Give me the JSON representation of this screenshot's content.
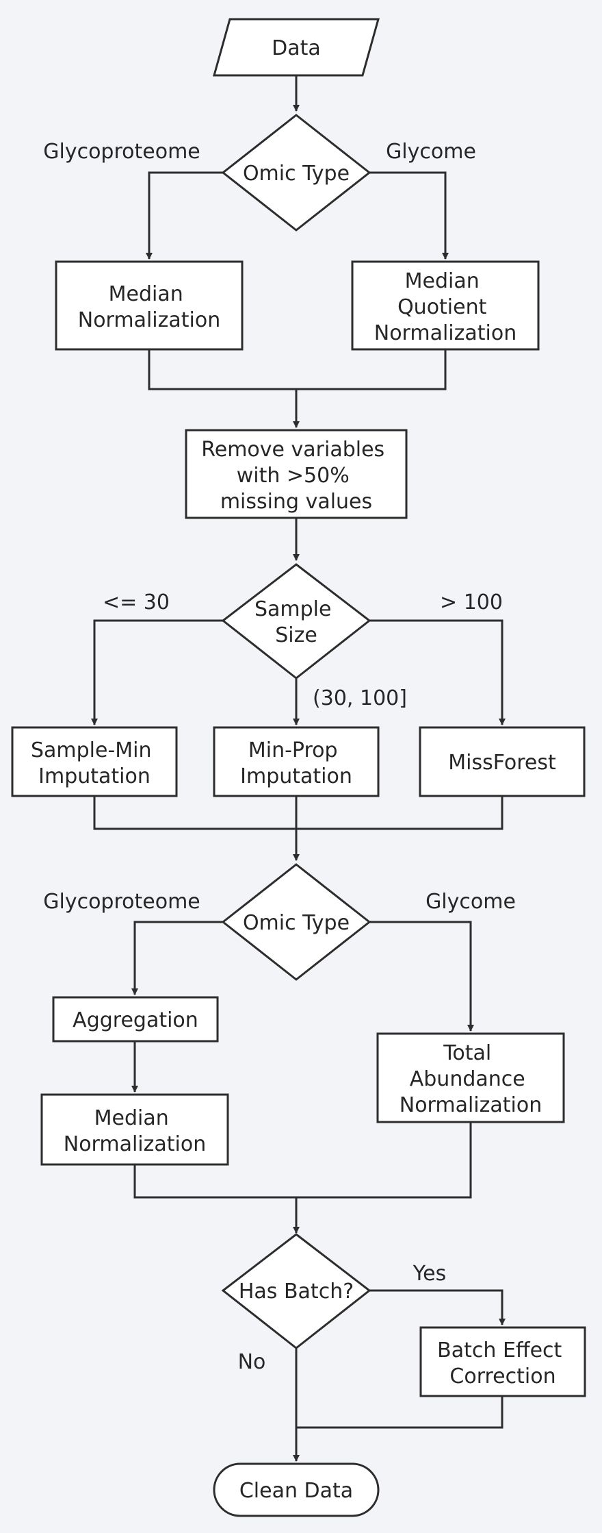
{
  "diagram": {
    "nodes": {
      "data": "Data",
      "omic_type_1": "Omic Type",
      "median_norm_1": [
        "Median",
        "Normalization"
      ],
      "mqn": [
        "Median",
        "Quotient",
        "Normalization"
      ],
      "remove_missing": [
        "Remove variables",
        "with >50%",
        "missing values"
      ],
      "sample_size": [
        "Sample",
        "Size"
      ],
      "sample_min": [
        "Sample-Min",
        "Imputation"
      ],
      "min_prop": [
        "Min-Prop",
        "Imputation"
      ],
      "missforest": "MissForest",
      "omic_type_2": "Omic Type",
      "aggregation": "Aggregation",
      "median_norm_2": [
        "Median",
        "Normalization"
      ],
      "tan": [
        "Total",
        "Abundance",
        "Normalization"
      ],
      "has_batch": "Has Batch?",
      "batch_correction": [
        "Batch Effect",
        "Correction"
      ],
      "clean_data": "Clean Data"
    },
    "edge_labels": {
      "glycoproteome_1": "Glycoproteome",
      "glycome_1": "Glycome",
      "le_30": "<= 30",
      "gt_100": "> 100",
      "range_30_100": "(30, 100]",
      "glycoproteome_2": "Glycoproteome",
      "glycome_2": "Glycome",
      "yes": "Yes",
      "no": "No"
    }
  }
}
